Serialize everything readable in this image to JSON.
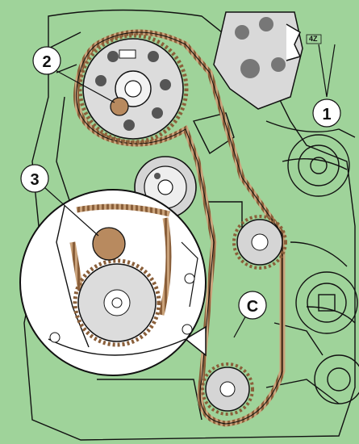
{
  "callouts": {
    "c1": "1",
    "c2": "2",
    "c3": "3",
    "cC": "C"
  },
  "marks": {
    "cam_tag": "4Z"
  },
  "colors": {
    "background": "#9fd39a",
    "belt": "#c9a27a",
    "gear": "#dcdcdc",
    "pin": "#b88a5f",
    "callout_fill": "#ffffff",
    "line": "#111111"
  },
  "icons": {
    "camshaft_sprocket": "camshaft-sprocket-icon",
    "crank_sprocket": "crankshaft-sprocket-icon",
    "pump_sprocket": "water-pump-sprocket-icon",
    "tensioner": "tensioner-pulley-icon",
    "detail_view": "magnifier-inset-icon"
  }
}
